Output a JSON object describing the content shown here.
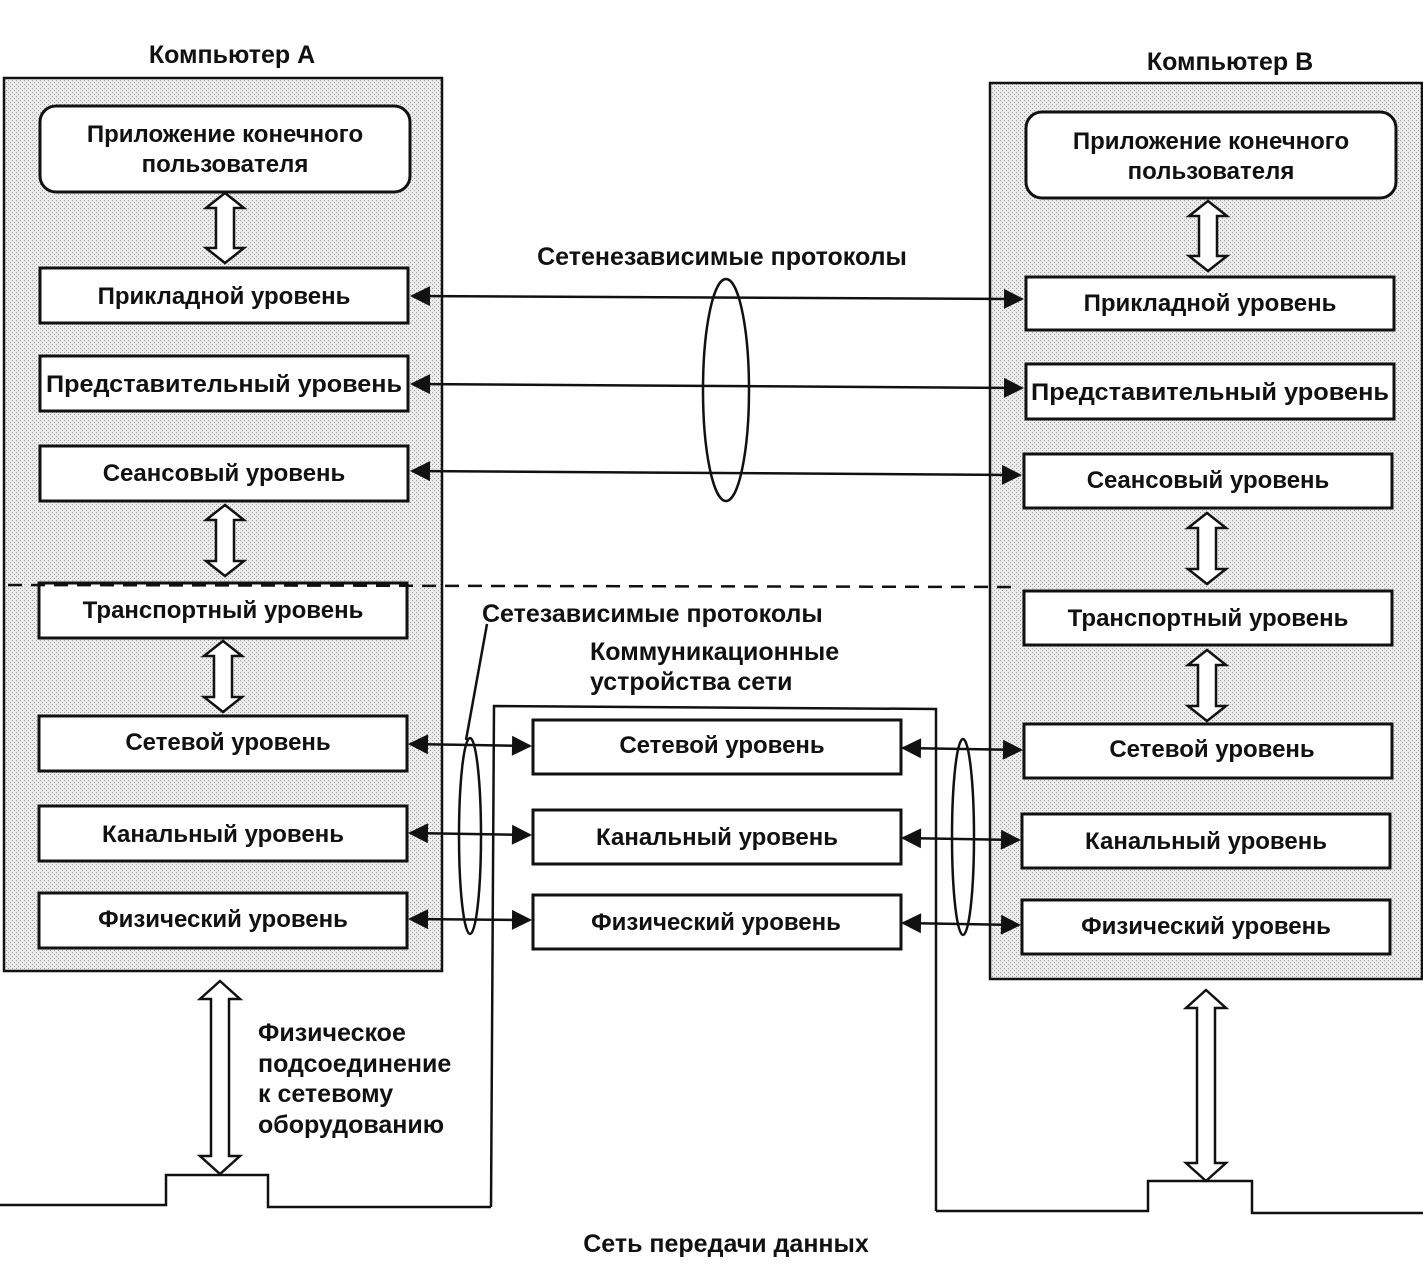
{
  "computer_a": {
    "title": "Компьютер А",
    "app": [
      "Приложение конечного",
      "пользователя"
    ],
    "levels": {
      "application": "Прикладной уровень",
      "presentation": "Представительный уровень",
      "session": "Сеансовый уровень",
      "transport": "Транспортный уровень",
      "network": "Сетевой уровень",
      "datalink": "Канальный уровень",
      "physical": "Физический уровень"
    }
  },
  "computer_b": {
    "title": "Компьютер В",
    "app": [
      "Приложение конечного",
      "пользователя"
    ],
    "levels": {
      "application": "Прикладной уровень",
      "presentation": "Представительный уровень",
      "session": "Сеансовый уровень",
      "transport": "Транспортный уровень",
      "network": "Сетевой уровень",
      "datalink": "Канальный уровень",
      "physical": "Физический уровень"
    }
  },
  "comm_devices": {
    "title": [
      "Коммуникационные",
      "устройства сети"
    ],
    "levels": {
      "network": "Сетевой уровень",
      "datalink": "Канальный уровень",
      "physical": "Физический уровень"
    }
  },
  "labels": {
    "independent_protocols": "Сетенезависимые протоколы",
    "dependent_protocols": "Сетезависимые протоколы",
    "physical_connection": [
      "Физическое",
      "подсоединение",
      "к сетевому",
      "оборудованию"
    ],
    "data_network": "Сеть передачи данных"
  },
  "colors": {
    "ink": "#111111",
    "panel": "#e6e6e6"
  }
}
